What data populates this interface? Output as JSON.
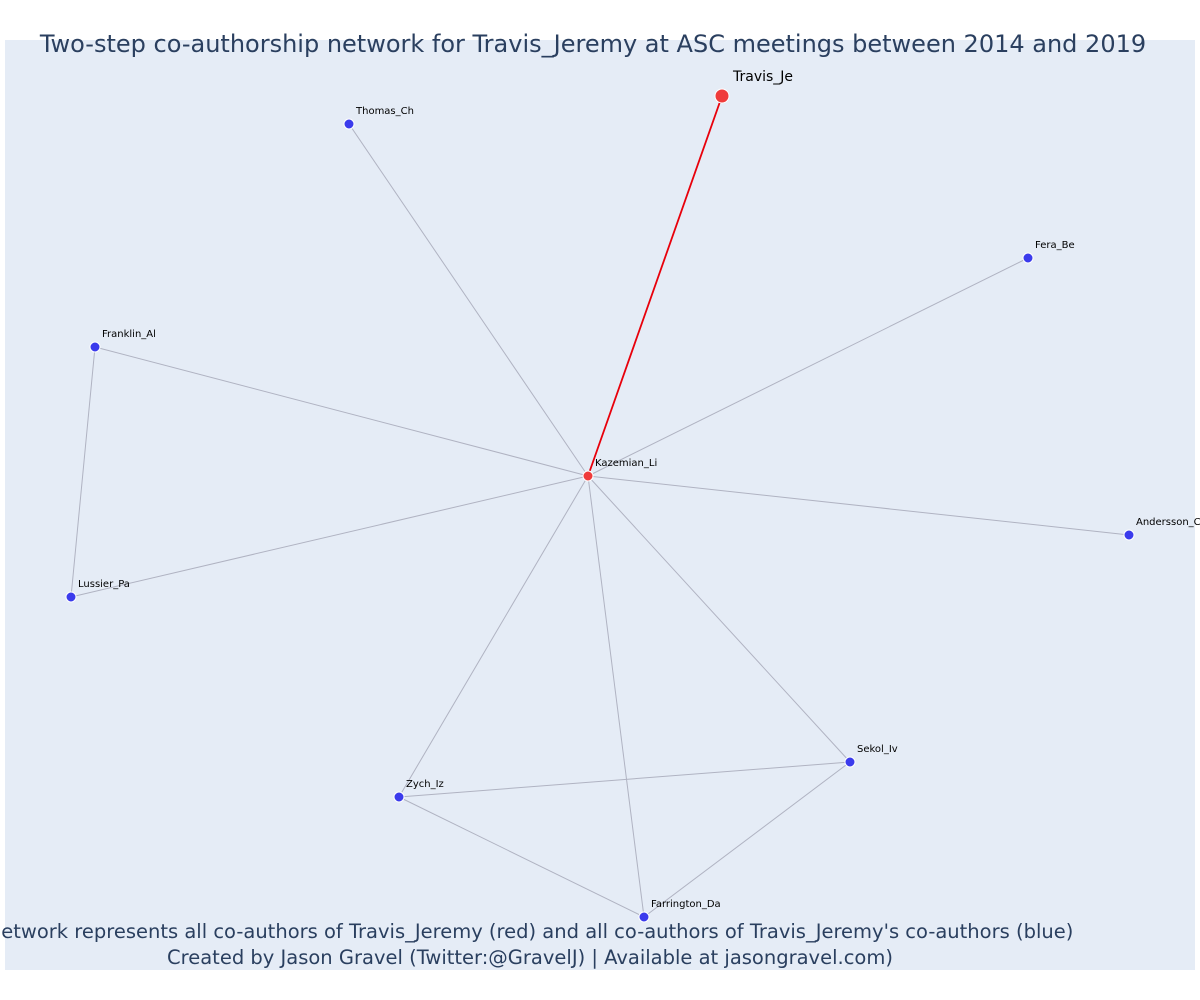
{
  "chart": {
    "title": "Two-step co-authorship network for Travis_Jeremy at ASC meetings between 2014 and 2019",
    "caption_line1": "Network represents all co-authors of Travis_Jeremy (red) and all co-authors of Travis_Jeremy's co-authors (blue)",
    "caption_line2": "Created by Jason Gravel (Twitter:@GravelJ) | Available at jasongravel.com)"
  },
  "colors": {
    "plot_background": "#e5ecf6",
    "page_background": "#ffffff",
    "red_node": "#ef3b3b",
    "blue_node": "#3b3bec",
    "red_edge": "#e8000b",
    "grey_edge": "#b0b3c2",
    "node_outline": "#ffffff"
  },
  "chart_data": {
    "type": "network",
    "nodes": [
      {
        "id": "Travis_Je",
        "label": "Travis_Je",
        "group": "red",
        "focal": true
      },
      {
        "id": "Kazemian_Li",
        "label": "Kazemian_Li",
        "group": "red",
        "focal": false
      },
      {
        "id": "Thomas_Ch",
        "label": "Thomas_Ch",
        "group": "blue",
        "focal": false
      },
      {
        "id": "Fera_Be",
        "label": "Fera_Be",
        "group": "blue",
        "focal": false
      },
      {
        "id": "Franklin_Al",
        "label": "Franklin_Al",
        "group": "blue",
        "focal": false
      },
      {
        "id": "Andersson_C",
        "label": "Andersson_C",
        "group": "blue",
        "focal": false
      },
      {
        "id": "Lussier_Pa",
        "label": "Lussier_Pa",
        "group": "blue",
        "focal": false
      },
      {
        "id": "Sekol_Iv",
        "label": "Sekol_Iv",
        "group": "blue",
        "focal": false
      },
      {
        "id": "Zych_Iz",
        "label": "Zych_Iz",
        "group": "blue",
        "focal": false
      },
      {
        "id": "Farrington_Da",
        "label": "Farrington_Da",
        "group": "blue",
        "focal": false
      }
    ],
    "edges": [
      {
        "source": "Kazemian_Li",
        "target": "Travis_Je",
        "color": "red"
      },
      {
        "source": "Kazemian_Li",
        "target": "Thomas_Ch",
        "color": "grey"
      },
      {
        "source": "Kazemian_Li",
        "target": "Fera_Be",
        "color": "grey"
      },
      {
        "source": "Kazemian_Li",
        "target": "Franklin_Al",
        "color": "grey"
      },
      {
        "source": "Kazemian_Li",
        "target": "Andersson_C",
        "color": "grey"
      },
      {
        "source": "Kazemian_Li",
        "target": "Lussier_Pa",
        "color": "grey"
      },
      {
        "source": "Kazemian_Li",
        "target": "Sekol_Iv",
        "color": "grey"
      },
      {
        "source": "Kazemian_Li",
        "target": "Zych_Iz",
        "color": "grey"
      },
      {
        "source": "Kazemian_Li",
        "target": "Farrington_Da",
        "color": "grey"
      },
      {
        "source": "Franklin_Al",
        "target": "Lussier_Pa",
        "color": "grey"
      },
      {
        "source": "Zych_Iz",
        "target": "Sekol_Iv",
        "color": "grey"
      },
      {
        "source": "Zych_Iz",
        "target": "Farrington_Da",
        "color": "grey"
      },
      {
        "source": "Sekol_Iv",
        "target": "Farrington_Da",
        "color": "grey"
      }
    ]
  }
}
